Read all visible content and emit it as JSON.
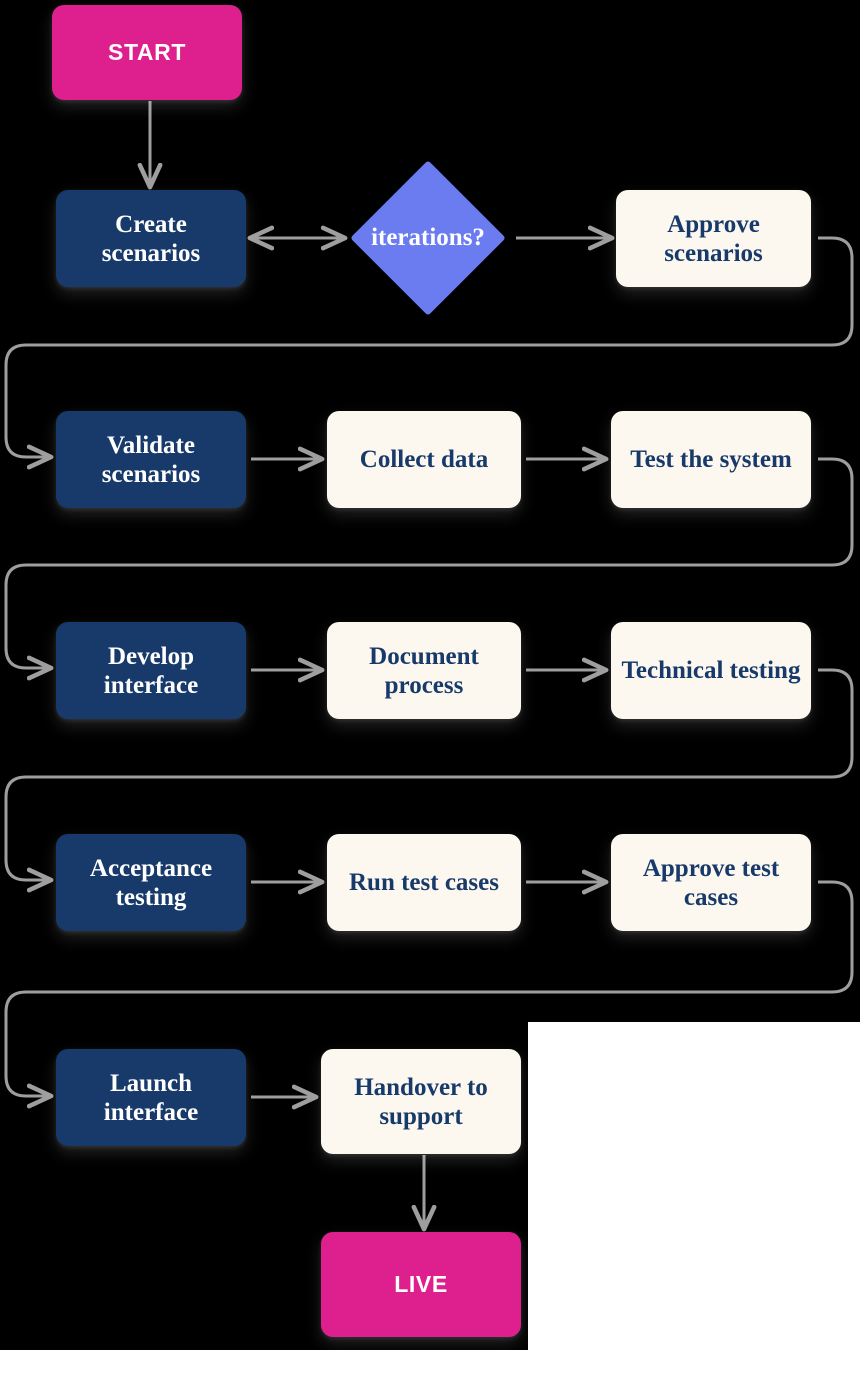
{
  "diagram": {
    "title": "Interface delivery process flowchart",
    "orientation": "serpentine-left-to-right",
    "palette": {
      "background": "#000000",
      "page": "#ffffff",
      "terminator": "#DE1F8E",
      "terminator_text": "#ffffff",
      "primary_step": "#173A6B",
      "primary_step_text": "#ffffff",
      "secondary_step": "#FDF8EF",
      "secondary_step_text": "#173A6B",
      "decision": "#6B7BF0",
      "decision_text": "#ffffff",
      "connector": "#9e9e9e"
    },
    "nodes": {
      "start": {
        "label": "START",
        "shape": "terminator"
      },
      "create_scenarios": {
        "label": "Create scenarios",
        "shape": "process-primary"
      },
      "iterations": {
        "label": "iterations?",
        "shape": "decision"
      },
      "approve_scenarios": {
        "label": "Approve scenarios",
        "shape": "process-secondary"
      },
      "validate_scenarios": {
        "label": "Validate scenarios",
        "shape": "process-primary"
      },
      "collect_data": {
        "label": "Collect data",
        "shape": "process-secondary"
      },
      "test_the_system": {
        "label": "Test the system",
        "shape": "process-secondary"
      },
      "develop_interface": {
        "label": "Develop interface",
        "shape": "process-primary"
      },
      "document_process": {
        "label": "Document process",
        "shape": "process-secondary"
      },
      "technical_testing": {
        "label": "Technical testing",
        "shape": "process-secondary"
      },
      "acceptance_testing": {
        "label": "Acceptance testing",
        "shape": "process-primary"
      },
      "run_test_cases": {
        "label": "Run test cases",
        "shape": "process-secondary"
      },
      "approve_test_cases": {
        "label": "Approve test cases",
        "shape": "process-secondary"
      },
      "launch_interface": {
        "label": "Launch interface",
        "shape": "process-primary"
      },
      "handover_support": {
        "label": "Handover to support",
        "shape": "process-secondary"
      },
      "live": {
        "label": "LIVE",
        "shape": "terminator"
      }
    },
    "edges": [
      {
        "from": "start",
        "to": "create_scenarios",
        "style": "arrow-down"
      },
      {
        "from": "create_scenarios",
        "to": "iterations",
        "style": "arrow-double"
      },
      {
        "from": "iterations",
        "to": "approve_scenarios",
        "style": "arrow-right"
      },
      {
        "from": "approve_scenarios",
        "to": "validate_scenarios",
        "style": "arrow-wrap"
      },
      {
        "from": "validate_scenarios",
        "to": "collect_data",
        "style": "arrow-right"
      },
      {
        "from": "collect_data",
        "to": "test_the_system",
        "style": "arrow-right"
      },
      {
        "from": "test_the_system",
        "to": "develop_interface",
        "style": "arrow-wrap"
      },
      {
        "from": "develop_interface",
        "to": "document_process",
        "style": "arrow-right"
      },
      {
        "from": "document_process",
        "to": "technical_testing",
        "style": "arrow-right"
      },
      {
        "from": "technical_testing",
        "to": "acceptance_testing",
        "style": "arrow-wrap"
      },
      {
        "from": "acceptance_testing",
        "to": "run_test_cases",
        "style": "arrow-right"
      },
      {
        "from": "run_test_cases",
        "to": "approve_test_cases",
        "style": "arrow-right"
      },
      {
        "from": "approve_test_cases",
        "to": "launch_interface",
        "style": "arrow-wrap"
      },
      {
        "from": "launch_interface",
        "to": "handover_support",
        "style": "arrow-right"
      },
      {
        "from": "handover_support",
        "to": "live",
        "style": "arrow-down"
      }
    ]
  }
}
